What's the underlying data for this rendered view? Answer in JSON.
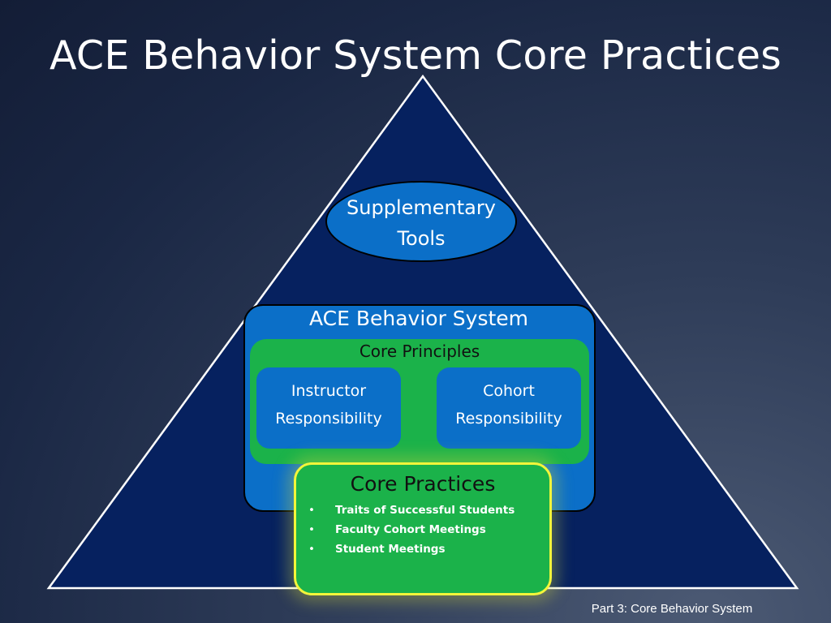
{
  "slide": {
    "title": "ACE Behavior System Core Practices",
    "footer": "Part 3: Core Behavior System"
  },
  "pyramid": {
    "supplementary_tools": [
      "Supplementary",
      "Tools"
    ],
    "ace_system": {
      "title": "ACE Behavior System",
      "core_principles": {
        "title": "Core Principles",
        "instructor": [
          "Instructor",
          "Responsibility"
        ],
        "cohort": [
          "Cohort",
          "Responsibility"
        ]
      }
    },
    "core_practices": {
      "title": "Core Practices",
      "bullet": "•",
      "items": [
        "Traits of Successful Students",
        "Faculty Cohort Meetings",
        "Student Meetings"
      ]
    }
  },
  "colors": {
    "triangle_fill": "#06215f",
    "triangle_stroke": "#ffffff",
    "blue_box": "#0b6fc8",
    "green_box": "#1bb24a",
    "highlight_border": "#f3f53a"
  }
}
